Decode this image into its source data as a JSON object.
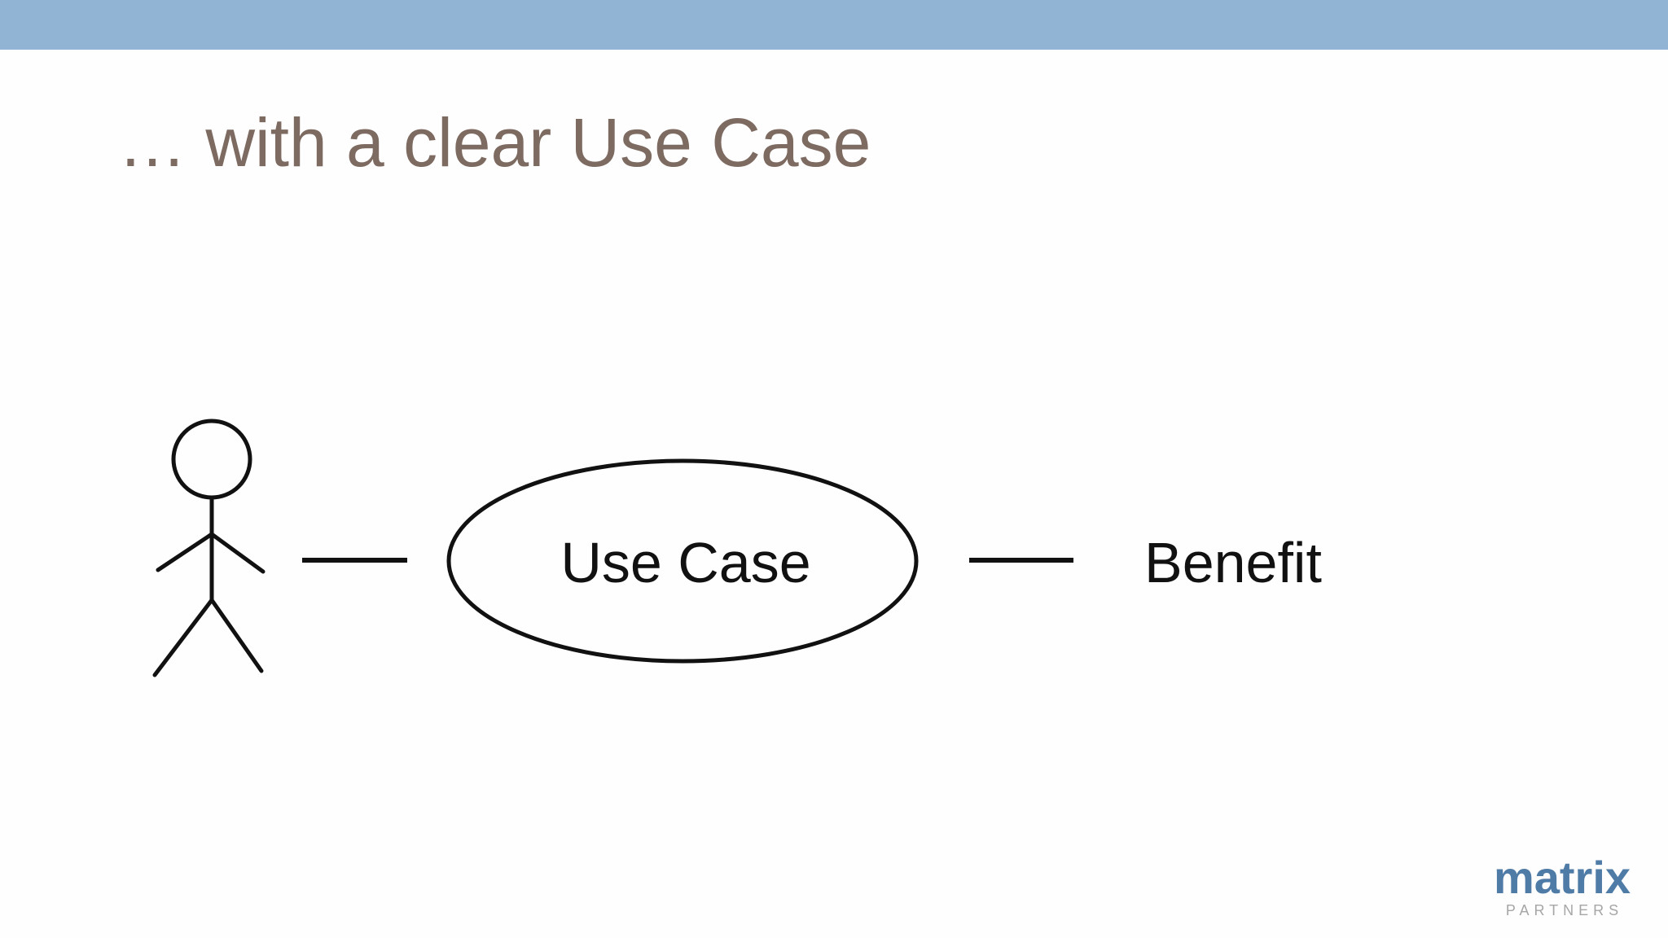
{
  "slide": {
    "title": "… with a clear Use Case"
  },
  "diagram": {
    "type": "use-case-diagram",
    "actor": "stick-figure",
    "use_case_label": "Use Case",
    "benefit_label": "Benefit"
  },
  "logo": {
    "brand": "matrix",
    "subtext": "PARTNERS"
  },
  "colors": {
    "top_bar": "#92b4d4",
    "title_text": "#7d6a60",
    "diagram_stroke": "#111111",
    "logo_brand": "#4f7ba7",
    "logo_subtext": "#a6a6a6",
    "background": "#fefefe"
  }
}
